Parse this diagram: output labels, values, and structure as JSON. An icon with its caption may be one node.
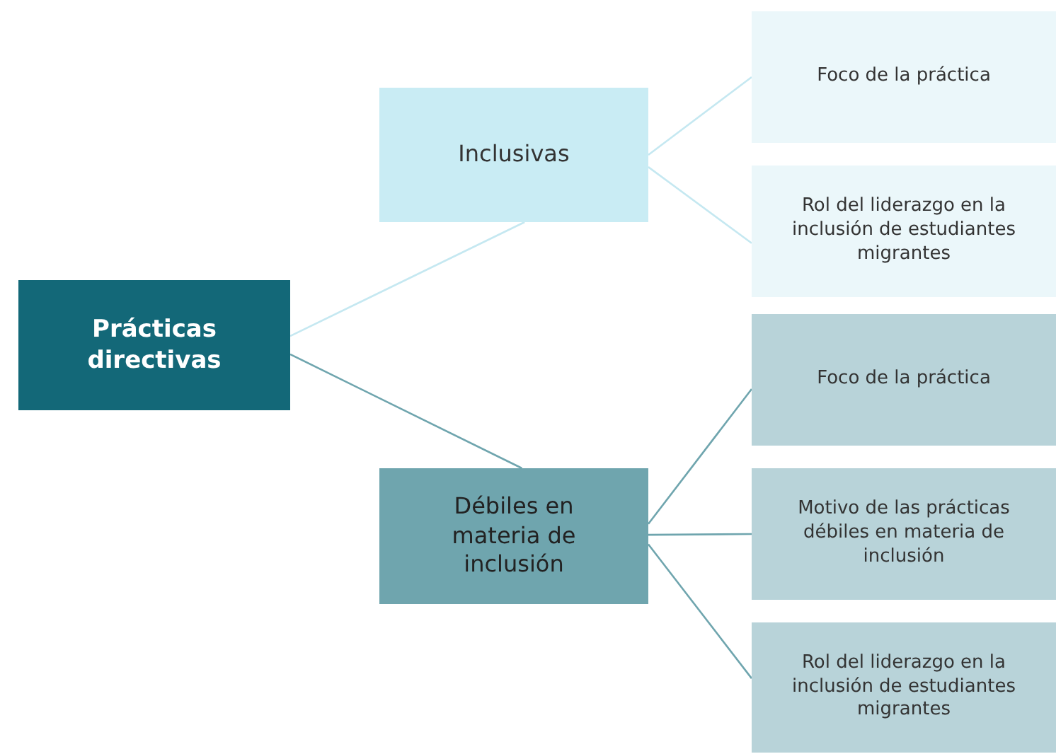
{
  "diagram": {
    "nodes": [
      {
        "text": [
          "Prácticas directivas"
        ]
      },
      {
        "text": [
          "Inclusivas"
        ]
      },
      {
        "text": [
          "Débiles en materia de inclusión"
        ]
      },
      {
        "text": [
          "Foco de la práctica"
        ]
      },
      {
        "text": [
          "Rol del liderazgo en la inclusión de estudiantes migrantes"
        ]
      },
      {
        "text": [
          "Foco de la práctica"
        ]
      },
      {
        "text": [
          "Motivo de las prácticas débiles en materia de inclusión"
        ]
      },
      {
        "text": [
          "Rol del liderazgo en la inclusión de estudiantes migrantes"
        ]
      }
    ],
    "edges": [
      {
        "from": 0,
        "to": 1,
        "arrow": "none",
        "color": "#c5e8f1"
      },
      {
        "from": 0,
        "to": 2,
        "arrow": "none"
      },
      {
        "from": 1,
        "to": 3,
        "arrow": "none",
        "color": "#c5e8f1"
      },
      {
        "from": 1,
        "to": 4,
        "arrow": "none",
        "color": "#c5e8f1"
      },
      {
        "from": 2,
        "to": 5,
        "arrow": "none"
      },
      {
        "from": 2,
        "to": 6,
        "arrow": "none"
      },
      {
        "from": 2,
        "to": 7,
        "arrow": "none"
      }
    ]
  }
}
